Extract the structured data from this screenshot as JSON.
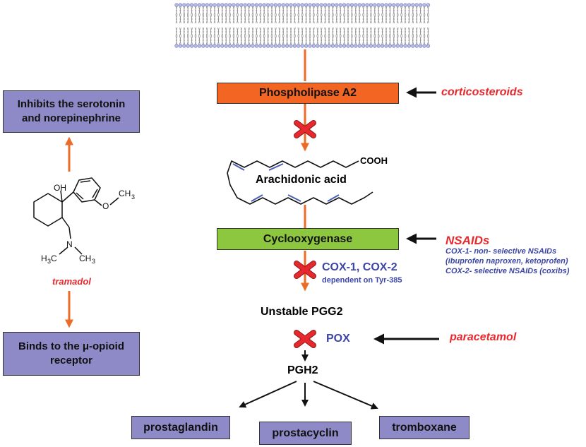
{
  "colors": {
    "orange_arrow": "#ee6b27",
    "phospholipase_box": "#f26522",
    "cyclooxygenase_box": "#8dc63f",
    "purple_box": "#8d8ac7",
    "drug_red": "#e8282c",
    "enzyme_blue": "#3b46a8",
    "double_bond_blue": "#4a5fb5",
    "membrane_gray": "#8a8a8a",
    "membrane_head": "#b8bde8"
  },
  "icons": {
    "membrane": "phospholipid-bilayer",
    "block": "red-x-icon",
    "arrow": "arrow-icon"
  },
  "pathway": {
    "phospholipase": "Phospholipase A2",
    "arachidonic_acid": "Arachidonic acid",
    "cooh": "COOH",
    "cyclooxygenase": "Cyclooxygenase",
    "cox_label": "COX-1, COX-2",
    "cox_sub": "dependent on Tyr-385",
    "pgg2": "Unstable PGG2",
    "pox": "POX",
    "pgh2": "PGH2",
    "products": [
      "prostaglandin",
      "prostacyclin",
      "tromboxane"
    ]
  },
  "drugs": {
    "corticosteroids": "corticosteroids",
    "nsaids": "NSAIDs",
    "nsaids_lines": [
      "COX-1- non- selective NSAIDs",
      "(ibuprofen naproxen, ketoprofen)",
      "COX-2- selective NSAIDs (coxibs)"
    ],
    "paracetamol": "paracetamol"
  },
  "tramadol": {
    "name": "tramadol",
    "effect_top": [
      "Inhibits the serotonin",
      "and norepinephrine"
    ],
    "effect_bottom": [
      "Binds to the μ-opioid",
      "receptor"
    ],
    "atoms": {
      "oh": "OH",
      "o": "O",
      "ch3": "CH",
      "h3c": "H",
      "c": "C",
      "n": "N",
      "sub3": "3"
    }
  }
}
